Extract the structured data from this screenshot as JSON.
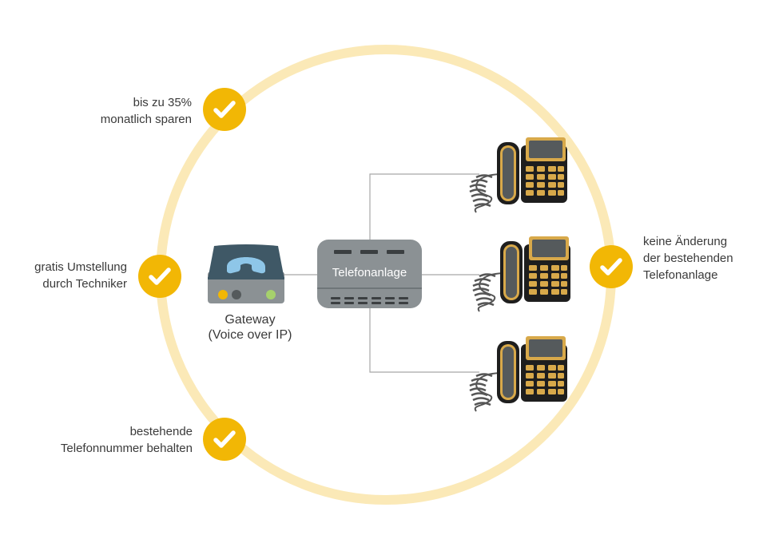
{
  "benefits": {
    "savings": {
      "line1": "bis zu 35%",
      "line2": "monatlich sparen"
    },
    "technician": {
      "line1": "gratis Umstellung",
      "line2": "durch Techniker"
    },
    "keep_number": {
      "line1": "bestehende",
      "line2": "Telefonnummer behalten"
    },
    "no_change": {
      "line1": "keine Änderung",
      "line2": "der bestehenden",
      "line3": "Telefonanlage"
    }
  },
  "gateway": {
    "line1": "Gateway",
    "line2": "(Voice over IP)"
  },
  "pbx": {
    "label": "Telefonanlage"
  },
  "colors": {
    "ring": "#fbe9b7",
    "check_badge": "#f2b705",
    "device_gray": "#8b9194",
    "gateway_top": "#3f5866",
    "gateway_handset": "#8ec6e8",
    "phone_gold": "#d8a94a",
    "phone_dark": "#1e1e1e",
    "line": "#a8a8a8"
  },
  "icons": [
    "check-icon",
    "handset-icon",
    "desk-phone-icon"
  ]
}
